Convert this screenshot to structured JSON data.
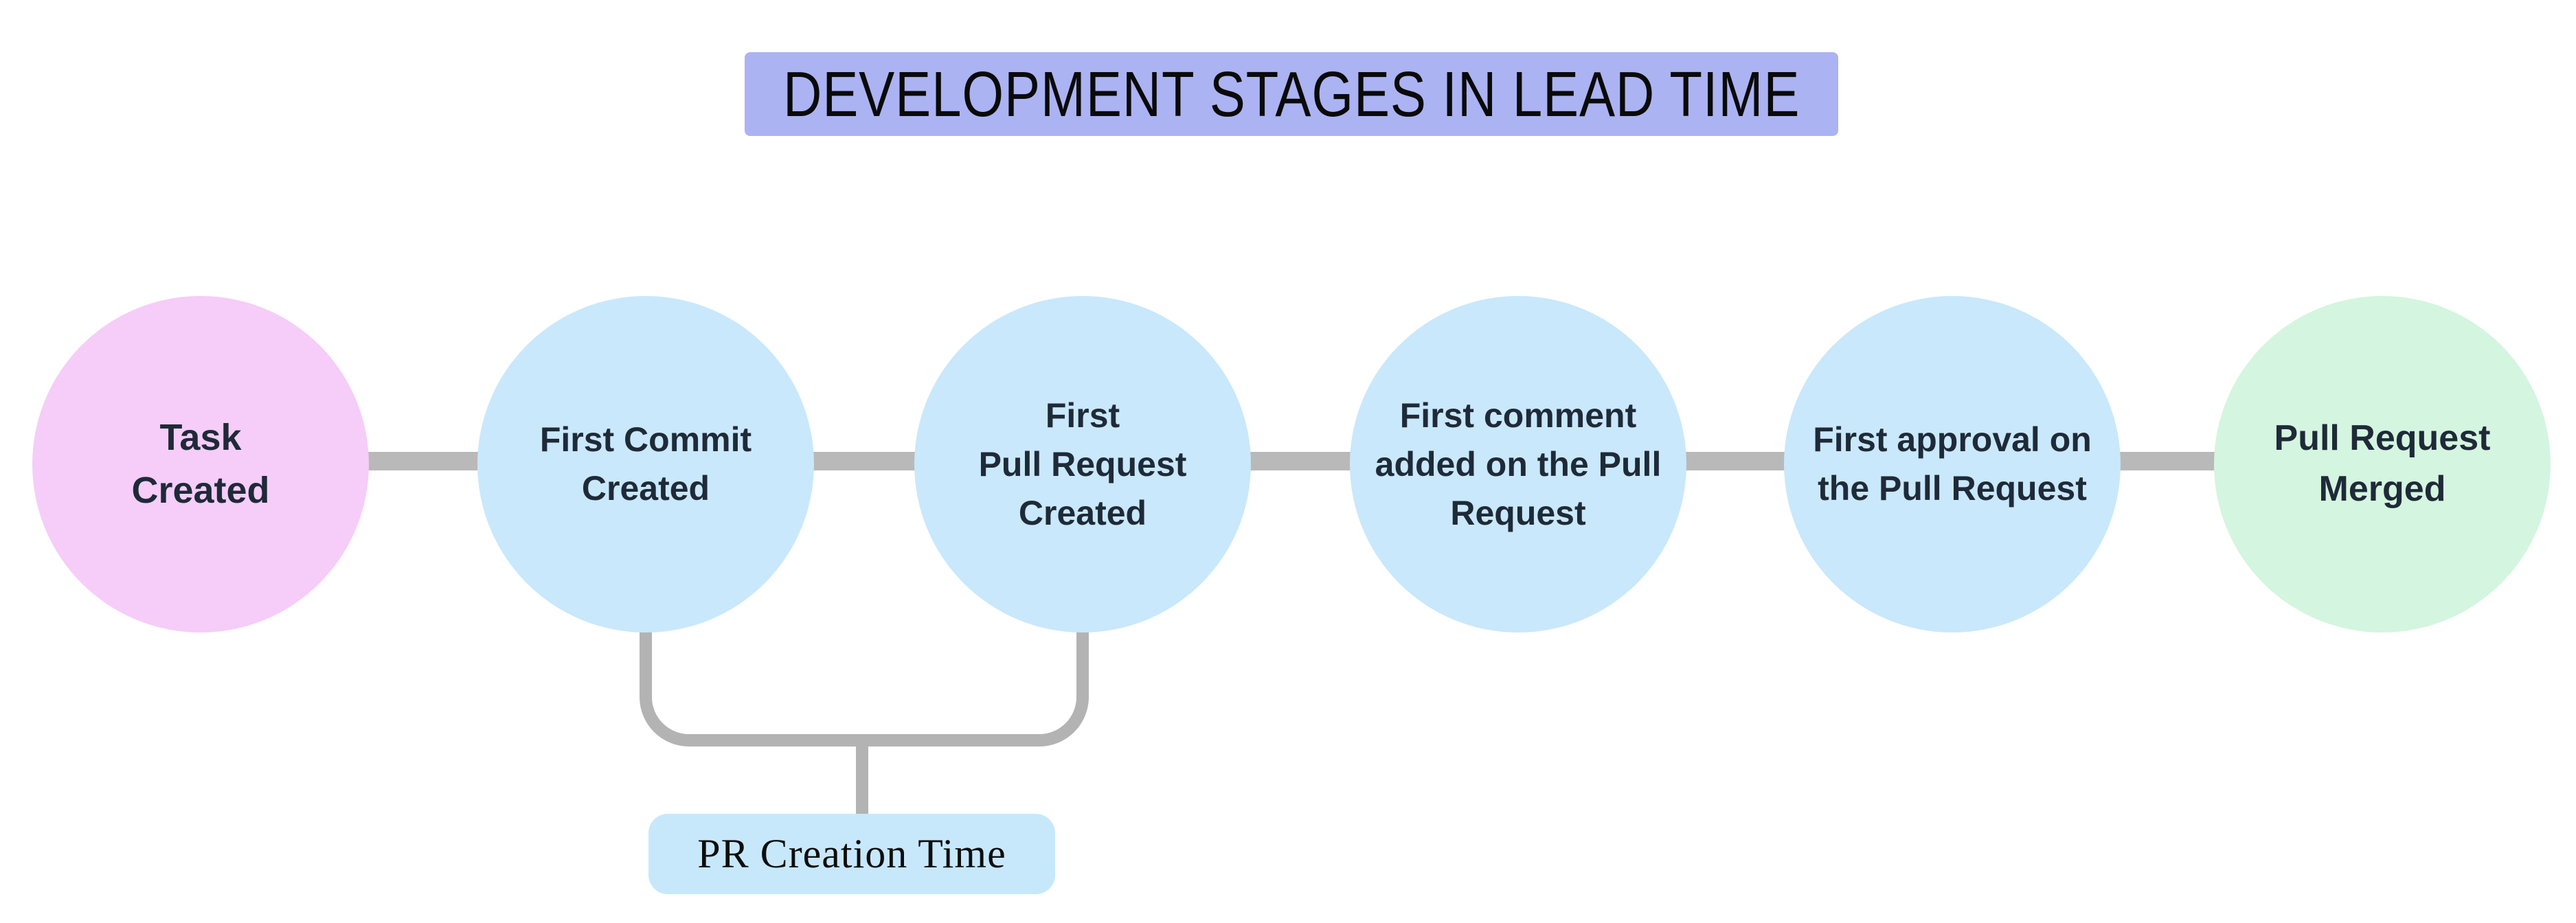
{
  "title": {
    "text": "DEVELOPMENT STAGES IN LEAD TIME"
  },
  "stages": [
    {
      "label": "Task\nCreated",
      "role": "start"
    },
    {
      "label": "First Commit\nCreated",
      "role": "middle"
    },
    {
      "label": "First\nPull Request\nCreated",
      "role": "middle"
    },
    {
      "label": "First comment\nadded on the Pull\nRequest",
      "role": "middle"
    },
    {
      "label": "First approval on\nthe Pull Request",
      "role": "middle"
    },
    {
      "label": "Pull Request\nMerged",
      "role": "end"
    }
  ],
  "annotation": {
    "label": "PR Creation Time",
    "spans": [
      "First Commit Created",
      "First Pull Request Created"
    ]
  },
  "colors": {
    "title_bg": "#abb3f3",
    "stage_start_bg": "#f5cdf8",
    "stage_middle_bg": "#c9e8fb",
    "stage_end_bg": "#d4f5df",
    "connector_gray": "#b9b9b9",
    "bracket_gray": "#b3b3b3",
    "note_bg": "#c7e8fb",
    "stage_text": "#1f2a38",
    "title_text": "#0a0a0a"
  }
}
